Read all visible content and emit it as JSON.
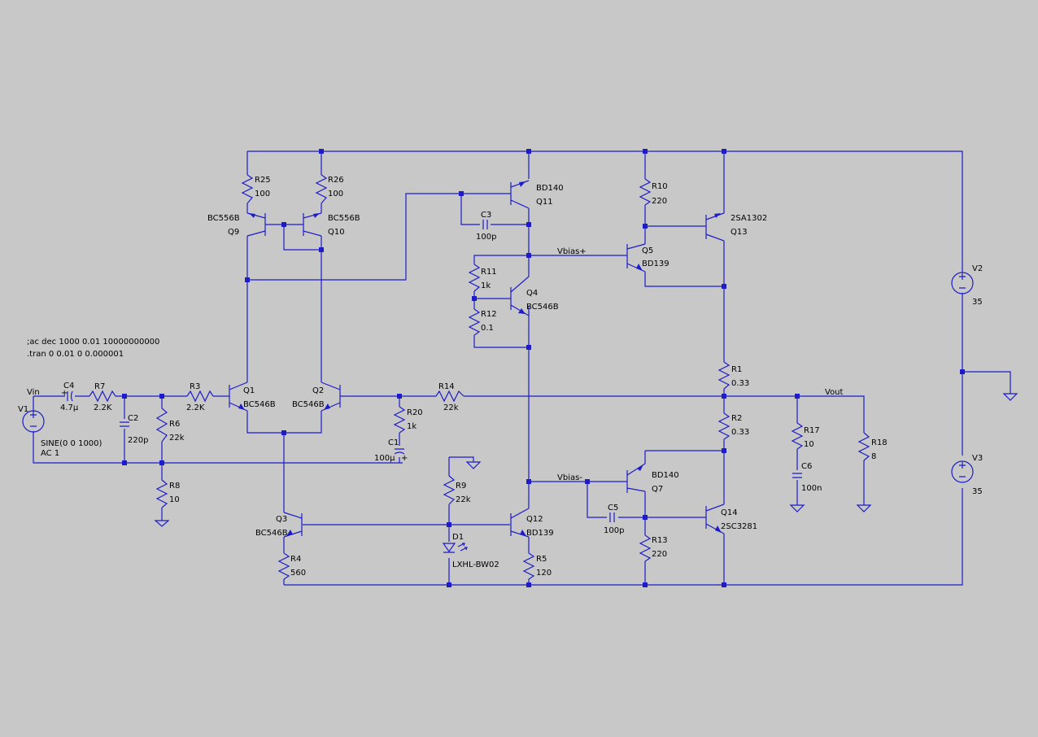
{
  "directives": {
    "ac": ";ac dec 1000 0.01 10000000000",
    "tran": ".tran 0 0.01 0 0.000001"
  },
  "nets": {
    "vin": "Vin",
    "vout": "Vout",
    "vbias_plus": "Vbias+",
    "vbias_minus": "Vbias-"
  },
  "sources": {
    "v1": {
      "name": "V1",
      "value1": "SINE(0 0 1000)",
      "value2": "AC 1"
    },
    "v2": {
      "name": "V2",
      "value": "35"
    },
    "v3": {
      "name": "V3",
      "value": "35"
    }
  },
  "resistors": {
    "r1": {
      "name": "R1",
      "value": "0.33"
    },
    "r2": {
      "name": "R2",
      "value": "0.33"
    },
    "r3": {
      "name": "R3",
      "value": "2.2K"
    },
    "r4": {
      "name": "R4",
      "value": "560"
    },
    "r5": {
      "name": "R5",
      "value": "120"
    },
    "r6": {
      "name": "R6",
      "value": "22k"
    },
    "r7": {
      "name": "R7",
      "value": "2.2K"
    },
    "r8": {
      "name": "R8",
      "value": "10"
    },
    "r9": {
      "name": "R9",
      "value": "22k"
    },
    "r10": {
      "name": "R10",
      "value": "220"
    },
    "r11": {
      "name": "R11",
      "value": "1k"
    },
    "r12": {
      "name": "R12",
      "value": "0.1"
    },
    "r13": {
      "name": "R13",
      "value": "220"
    },
    "r14": {
      "name": "R14",
      "value": "22k"
    },
    "r17": {
      "name": "R17",
      "value": "10"
    },
    "r18": {
      "name": "R18",
      "value": "8"
    },
    "r20": {
      "name": "R20",
      "value": "1k"
    },
    "r25": {
      "name": "R25",
      "value": "100"
    },
    "r26": {
      "name": "R26",
      "value": "100"
    }
  },
  "capacitors": {
    "c1": {
      "name": "C1",
      "value": "100µ"
    },
    "c2": {
      "name": "C2",
      "value": "220p"
    },
    "c3": {
      "name": "C3",
      "value": "100p"
    },
    "c4": {
      "name": "C4",
      "value": "4.7µ"
    },
    "c5": {
      "name": "C5",
      "value": "100p"
    },
    "c6": {
      "name": "C6",
      "value": "100n"
    }
  },
  "diodes": {
    "d1": {
      "name": "D1",
      "value": "LXHL-BW02"
    }
  },
  "transistors": {
    "q1": {
      "name": "Q1",
      "model": "BC546B"
    },
    "q2": {
      "name": "Q2",
      "model": "BC546B"
    },
    "q3": {
      "name": "Q3",
      "model": "BC546B"
    },
    "q4": {
      "name": "Q4",
      "model": "BC546B"
    },
    "q5": {
      "name": "Q5",
      "model": "BD139"
    },
    "q7": {
      "name": "Q7",
      "model": "BD140"
    },
    "q9": {
      "name": "Q9",
      "model": "BC556B"
    },
    "q10": {
      "name": "Q10",
      "model": "BC556B"
    },
    "q11": {
      "name": "Q11",
      "model": "BD140"
    },
    "q12": {
      "name": "Q12",
      "model": "BD139"
    },
    "q13": {
      "name": "Q13",
      "model": "2SA1302"
    },
    "q14": {
      "name": "Q14",
      "model": "2SC3281"
    }
  },
  "plus_sign": "+"
}
